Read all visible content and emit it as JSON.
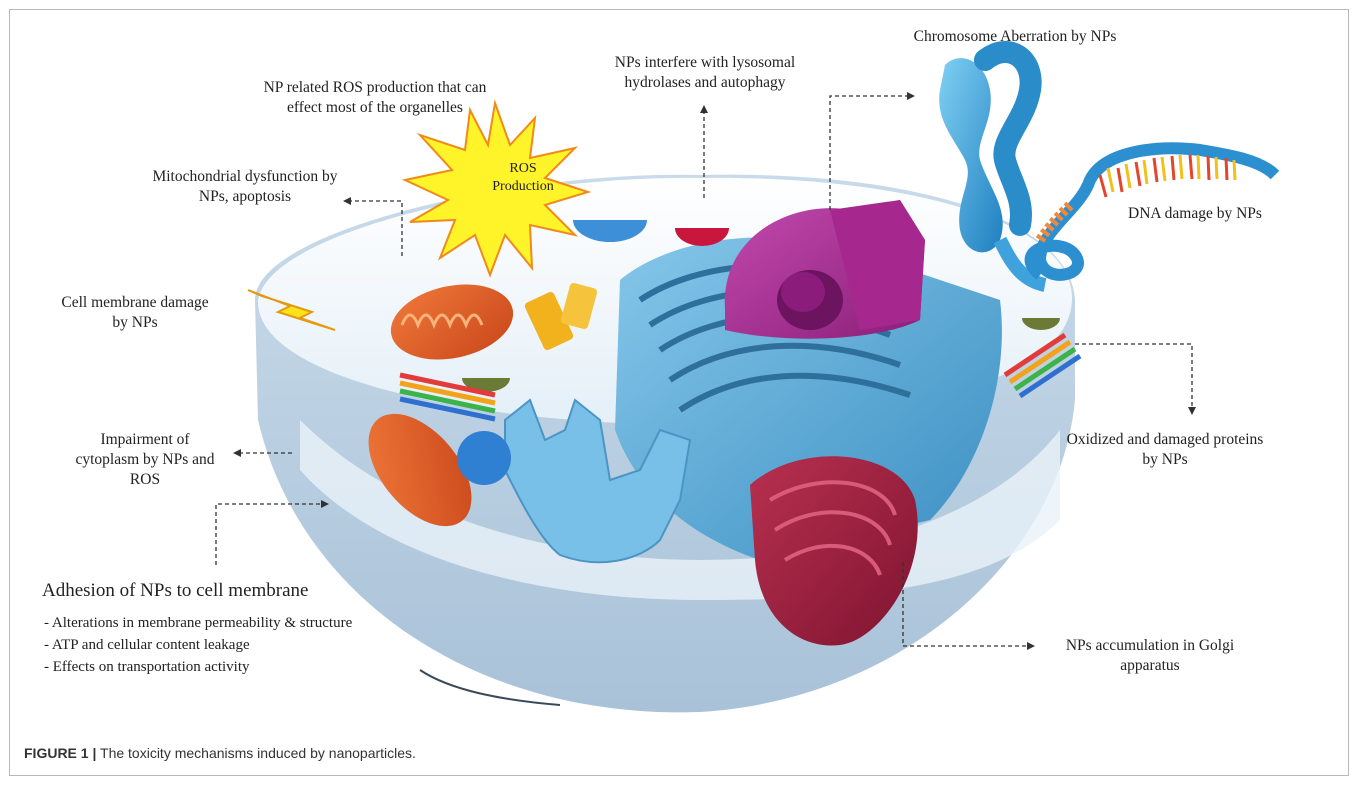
{
  "figure": {
    "caption_label": "FIGURE 1 |",
    "caption_text": "The toxicity mechanisms induced by nanoparticles."
  },
  "annotations": {
    "ros_production_note": "NP related ROS production that can\neffect most of the organelles",
    "lysosome_note": "NPs interfere with lysosomal\nhydrolases and autophagy",
    "chromosome_note": "Chromosome Aberration by NPs",
    "dna_note": "DNA damage by NPs",
    "mitochondria_note": "Mitochondrial dysfunction by\nNPs, apoptosis",
    "membrane_damage_note": "Cell membrane damage\nby NPs",
    "cytoplasm_note": "Impairment of\ncytoplasm by NPs and\nROS",
    "proteins_note": "Oxidized and damaged proteins\nby NPs",
    "golgi_note": "NPs accumulation in Golgi\napparatus"
  },
  "ros_burst_label": "ROS\nProduction",
  "adhesion": {
    "title": "Adhesion of NPs to cell membrane",
    "items": [
      "- Alterations in membrane permeability & structure",
      "- ATP and cellular content leakage",
      "- Effects on transportation activity"
    ]
  },
  "colors": {
    "cell_body": "#d5e3ef",
    "cell_top": "#eef5fb",
    "er": "#5aaed8",
    "nucleus": "#b0339a",
    "mitochondria": "#e0602a",
    "golgi": "#9a1e3c",
    "ros_burst": "#fff32a",
    "lysosome_blue": "#3d8fd8",
    "lysosome_red": "#c8163c",
    "chromosome": "#3fa2dc"
  }
}
